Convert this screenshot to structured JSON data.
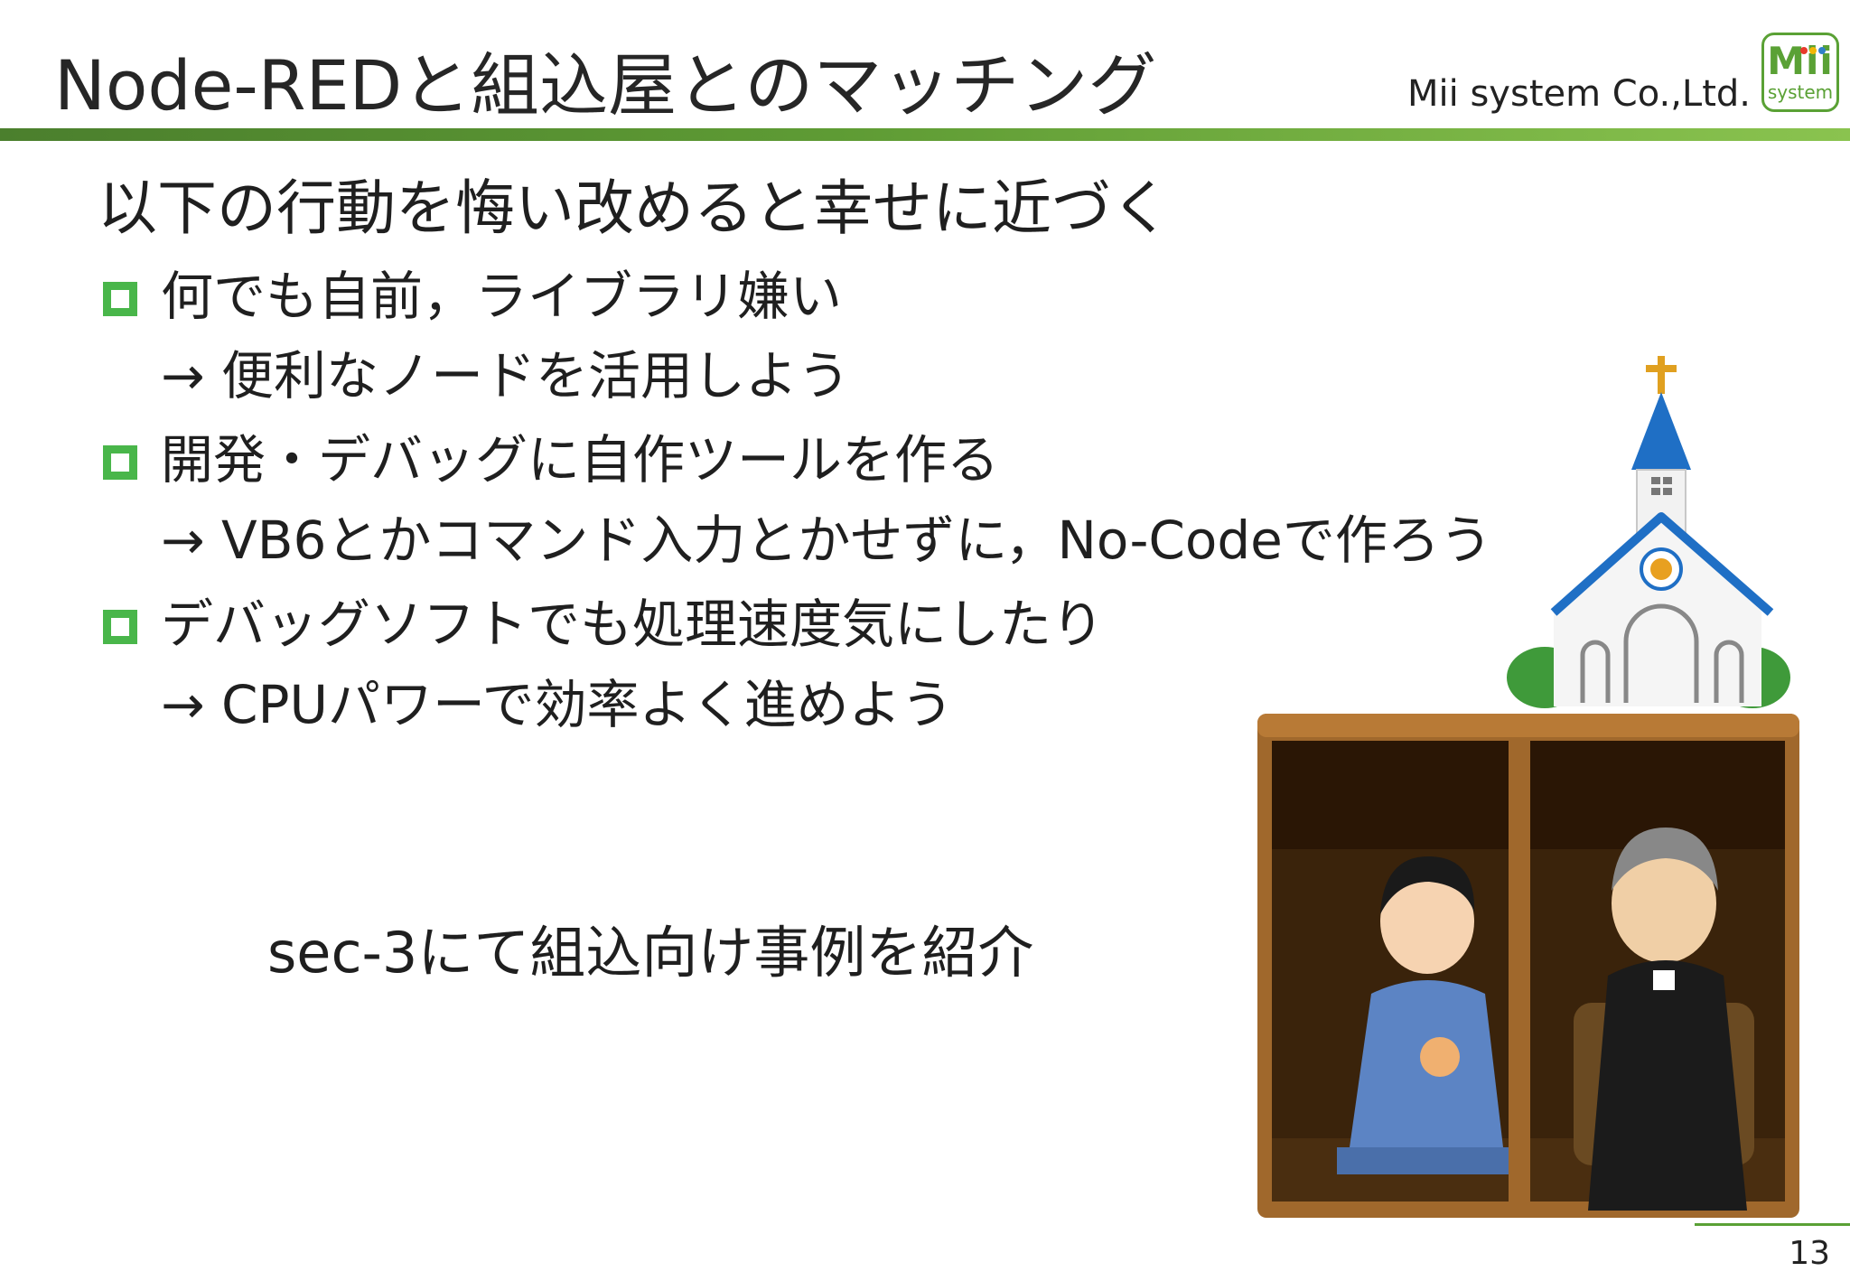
{
  "header": {
    "title": "Node-REDと組込屋とのマッチング",
    "company": "Mii system Co.,Ltd.",
    "logo": {
      "main": "Mii",
      "sub": "system",
      "dot_colors": [
        "#e8392b",
        "#f2b705",
        "#2f80c8"
      ]
    }
  },
  "body": {
    "heading": "以下の行動を悔い改めると幸せに近づく",
    "items": [
      {
        "label": "何でも自前，ライブラリ嫌い",
        "sub": "→ 便利なノードを活用しよう"
      },
      {
        "label": "開発・デバッグに自作ツールを作る",
        "sub": "→ VB6とかコマンド入力とかせずに，No-Codeで作ろう"
      },
      {
        "label": "デバッグソフトでも処理速度気にしたり",
        "sub": "→ CPUパワーで効率よく進めよう"
      }
    ],
    "note": "sec-3にて組込向け事例を紹介"
  },
  "illustration": {
    "icon": "church-confession-icon"
  },
  "footer": {
    "page_number": "13"
  },
  "colors": {
    "accent_green": "#5aa135",
    "bullet_green": "#49b64a",
    "church_blue": "#1f6fc5"
  }
}
